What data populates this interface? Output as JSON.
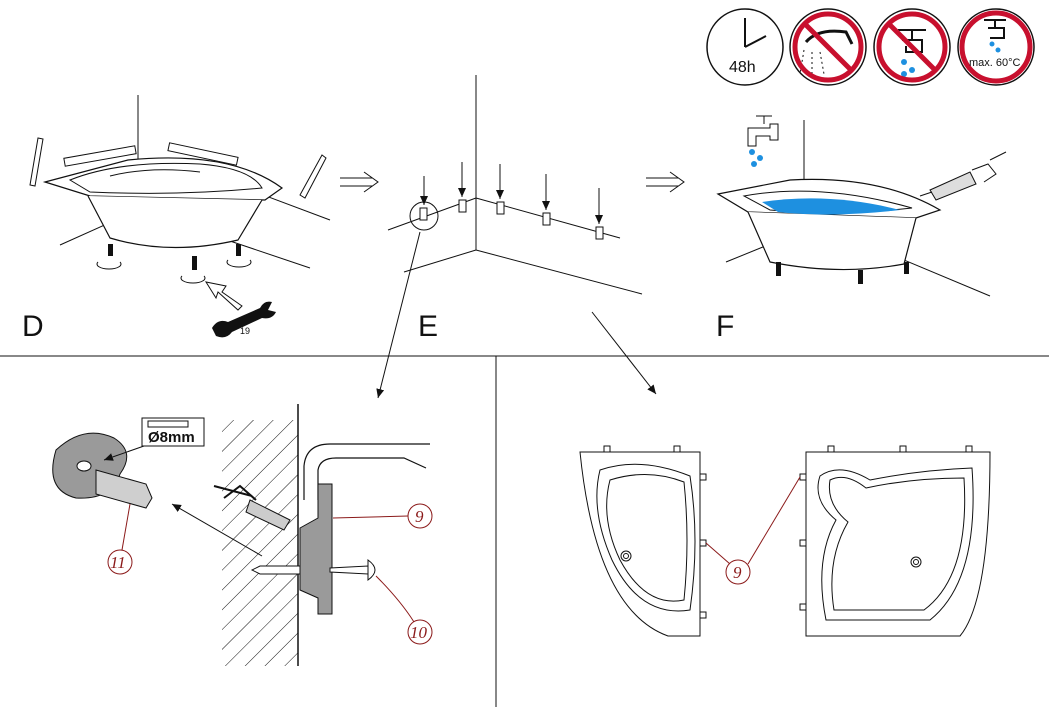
{
  "steps": {
    "d": "D",
    "e": "E",
    "f": "F"
  },
  "wrench_size": "19",
  "icons": {
    "cure_time": "48h",
    "max_temp": "max. 60°C"
  },
  "drill": {
    "diameter": "Ø8mm"
  },
  "callouts": {
    "sealant_bracket": "9",
    "screw": "10",
    "dowel": "11",
    "bath_brackets": "9"
  },
  "colors": {
    "prohibition_red": "#c8102e",
    "water_blue": "#1e90e0",
    "callout_red": "#8b1a1a",
    "line": "#111111",
    "part_gray": "#9a9a9a"
  }
}
